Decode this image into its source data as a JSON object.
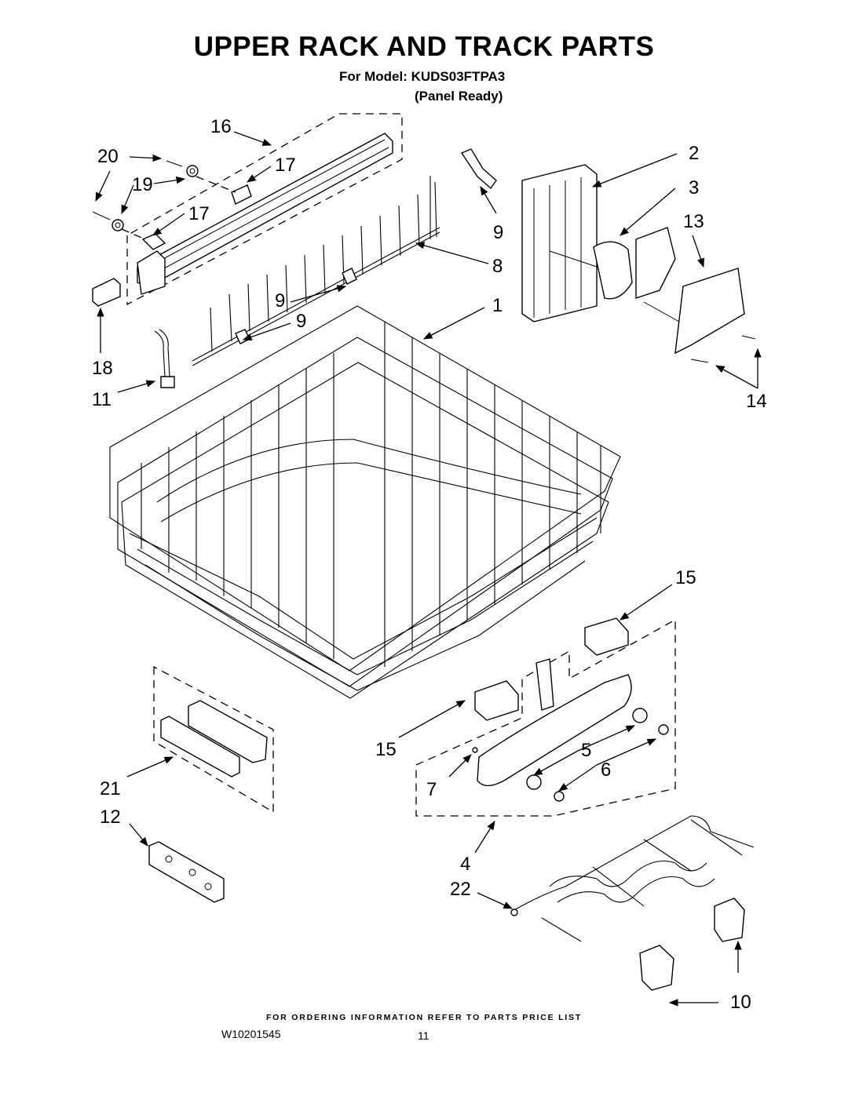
{
  "header": {
    "title": "UPPER RACK AND TRACK PARTS",
    "model_line": "For Model: KUDS03FTPA3",
    "variant": "(Panel Ready)"
  },
  "callouts": [
    "16",
    "20",
    "17",
    "19",
    "17",
    "9",
    "2",
    "3",
    "13",
    "8",
    "9",
    "9",
    "1",
    "18",
    "11",
    "14",
    "15",
    "15",
    "5",
    "6",
    "7",
    "21",
    "12",
    "4",
    "22",
    "10"
  ],
  "footer": {
    "ordering_note": "FOR ORDERING INFORMATION REFER TO PARTS PRICE LIST",
    "document_number": "W10201545",
    "page_number": "11"
  }
}
